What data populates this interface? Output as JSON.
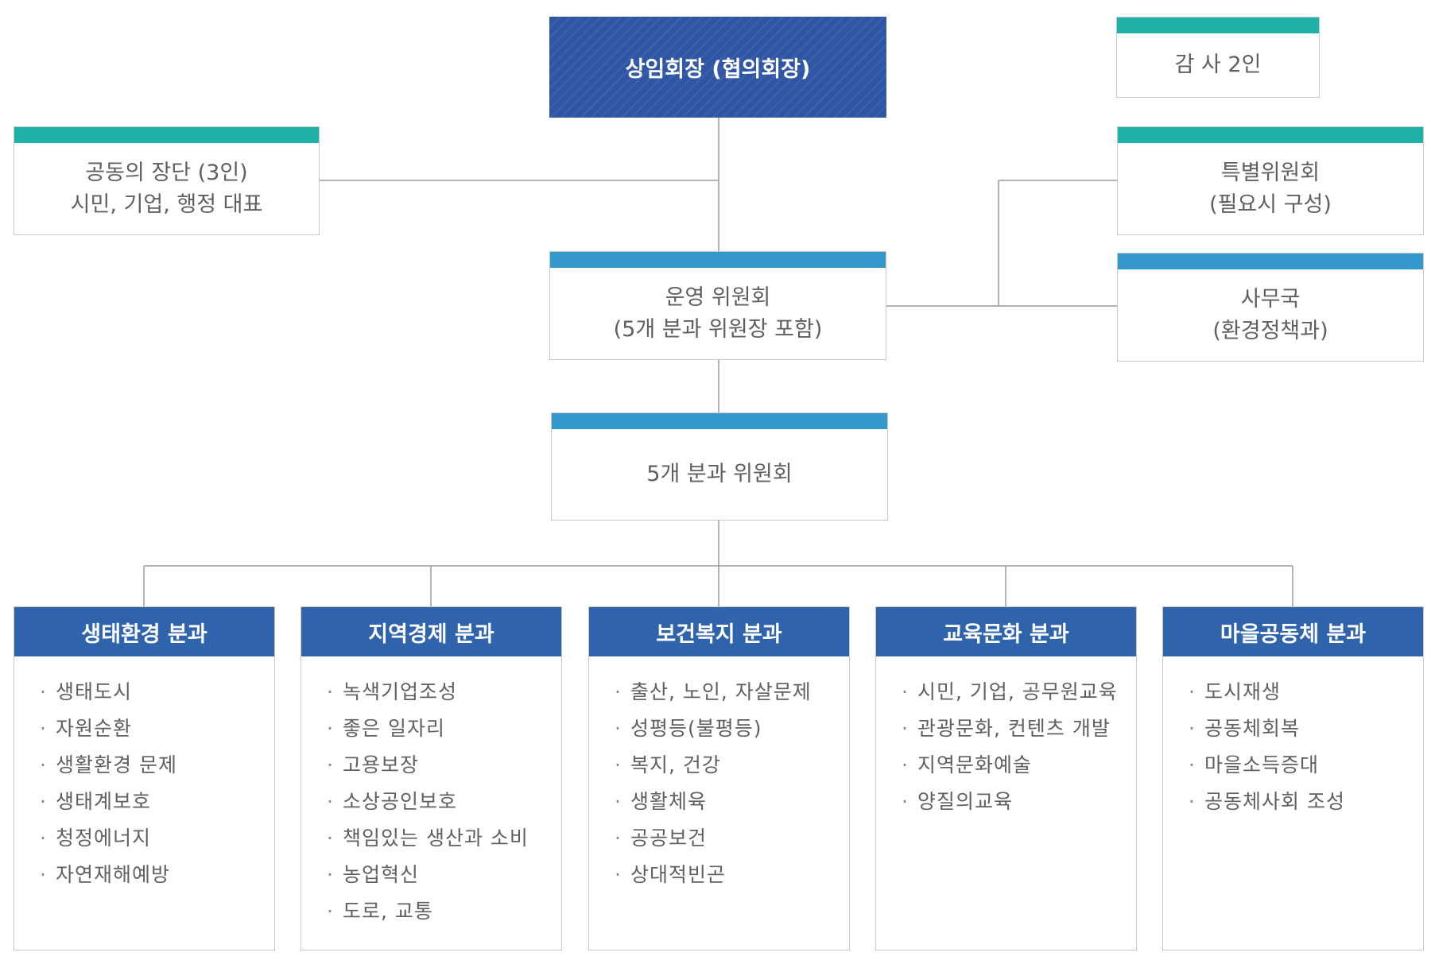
{
  "top": {
    "label": "상임회장 (협의회장)",
    "color": "#2f56a4"
  },
  "auditor": {
    "label": "감 사 2인",
    "accent": "#20b1a8"
  },
  "joint_group": {
    "line1": "공동의 장단 (3인)",
    "line2": "시민, 기업, 행정 대표",
    "accent": "#20b1a8"
  },
  "special_committee": {
    "line1": "특별위원회",
    "line2": "(필요시 구성)",
    "accent": "#20b1a8"
  },
  "steering": {
    "line1": "운영 위원회",
    "line2": "(5개 분과 위원장 포함)",
    "accent": "#3399cc"
  },
  "secretariat": {
    "line1": "사무국",
    "line2": "(환경정책과)",
    "accent": "#3399cc"
  },
  "five_committees": {
    "label": "5개 분과 위원회",
    "accent": "#3399cc"
  },
  "departments": [
    {
      "title": "생태환경 분과",
      "items": [
        "생태도시",
        "자원순환",
        "생활환경 문제",
        "생태계보호",
        "청정에너지",
        "자연재해예방"
      ]
    },
    {
      "title": "지역경제 분과",
      "items": [
        "녹색기업조성",
        "좋은 일자리",
        "고용보장",
        "소상공인보호",
        "책임있는 생산과 소비",
        "농업혁신",
        "도로, 교통"
      ]
    },
    {
      "title": "보건복지 분과",
      "items": [
        "출산, 노인, 자살문제",
        "성평등(불평등)",
        "복지, 건강",
        "생활체육",
        "공공보건",
        "상대적빈곤"
      ]
    },
    {
      "title": "교육문화 분과",
      "items": [
        "시민, 기업, 공무원교육",
        "관광문화, 컨텐츠 개발",
        "지역문화예술",
        "양질의교육"
      ]
    },
    {
      "title": "마을공동체 분과",
      "items": [
        "도시재생",
        "공동체회복",
        "마을소득증대",
        "공동체사회 조성"
      ]
    }
  ],
  "colors": {
    "dept_header": "#2f64ad",
    "line": "#999999"
  }
}
